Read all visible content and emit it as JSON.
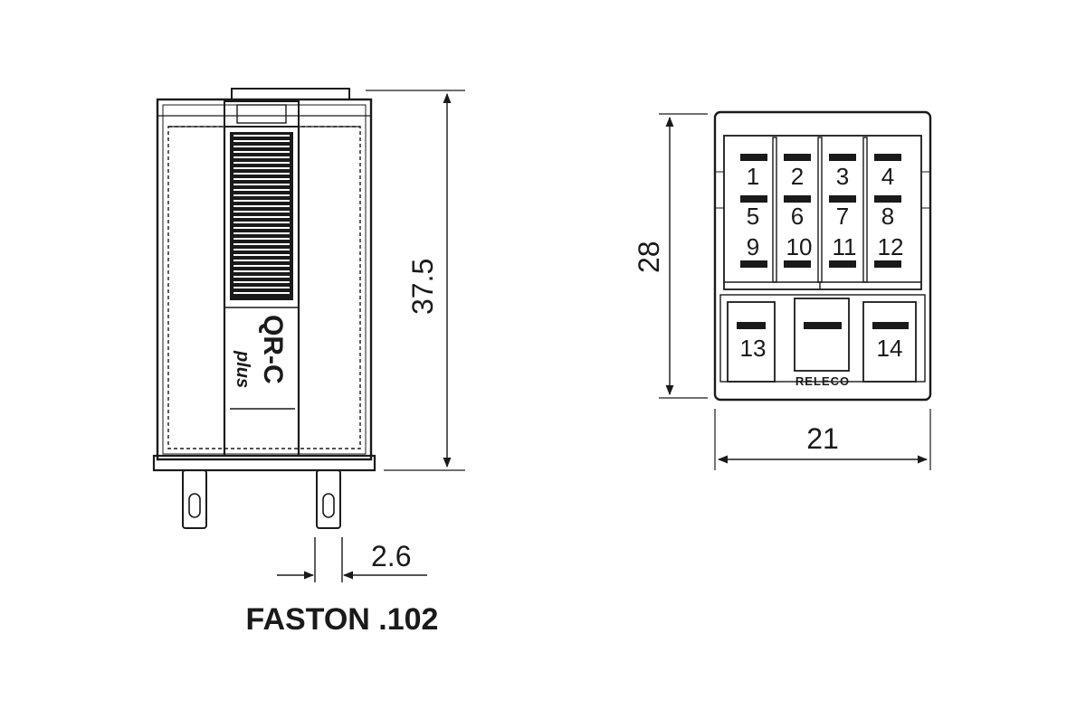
{
  "side_view": {
    "model_label": "QR-C",
    "model_sub": "plus",
    "height_dim": "37.5",
    "pin_dim": "2.6",
    "caption": "FASTON .102"
  },
  "pin_view": {
    "height_dim": "28",
    "width_dim": "21",
    "brand": "RELECO",
    "terminals": [
      "1",
      "2",
      "3",
      "4",
      "5",
      "6",
      "7",
      "8",
      "9",
      "10",
      "11",
      "12",
      "13",
      "14"
    ]
  }
}
